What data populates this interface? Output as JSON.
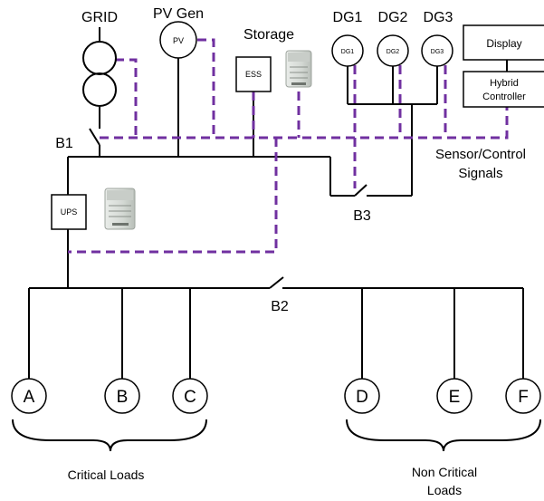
{
  "sources": {
    "grid_label": "GRID",
    "pv_gen_label": "PV Gen",
    "pv_symbol": "PV",
    "storage_label": "Storage",
    "ess_label": "ESS",
    "dg1_label": "DG1",
    "dg2_label": "DG2",
    "dg3_label": "DG3",
    "dg1_symbol": "DG1",
    "dg2_symbol": "DG2",
    "dg3_symbol": "DG3"
  },
  "controls": {
    "display_label": "Display",
    "hybrid_line1": "Hybrid",
    "hybrid_line2": "Controller",
    "signals_line1": "Sensor/Control",
    "signals_line2": "Signals"
  },
  "breakers": {
    "b1": "B1",
    "b2": "B2",
    "b3": "B3"
  },
  "ups_label": "UPS",
  "loads": {
    "a": "A",
    "b": "B",
    "c": "C",
    "d": "D",
    "e": "E",
    "f": "F",
    "critical": "Critical Loads",
    "non_critical_line1": "Non Critical",
    "non_critical_line2": "Loads"
  },
  "colors": {
    "signal": "#7030a0",
    "wire": "#000000"
  }
}
